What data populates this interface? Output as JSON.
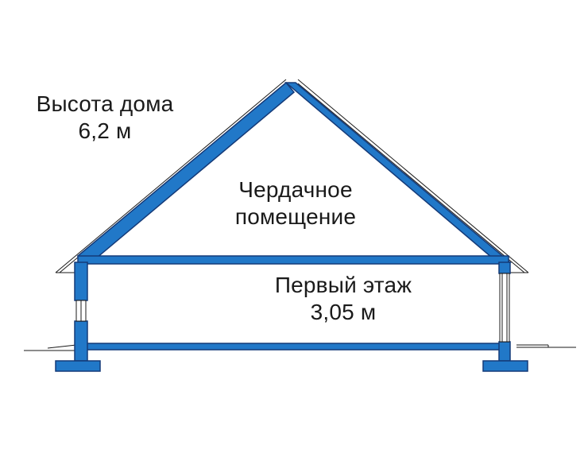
{
  "labels": {
    "house_height_title": "Высота дома",
    "house_height_value": "6,2 м",
    "attic_line1": "Чердачное",
    "attic_line2": "помещение",
    "floor_title": "Первый этаж",
    "floor_height": "3,05 м"
  },
  "colors": {
    "structure_fill": "#2178c8",
    "structure_stroke": "#143a78",
    "line": "#1a1a1a",
    "background": "#ffffff"
  }
}
